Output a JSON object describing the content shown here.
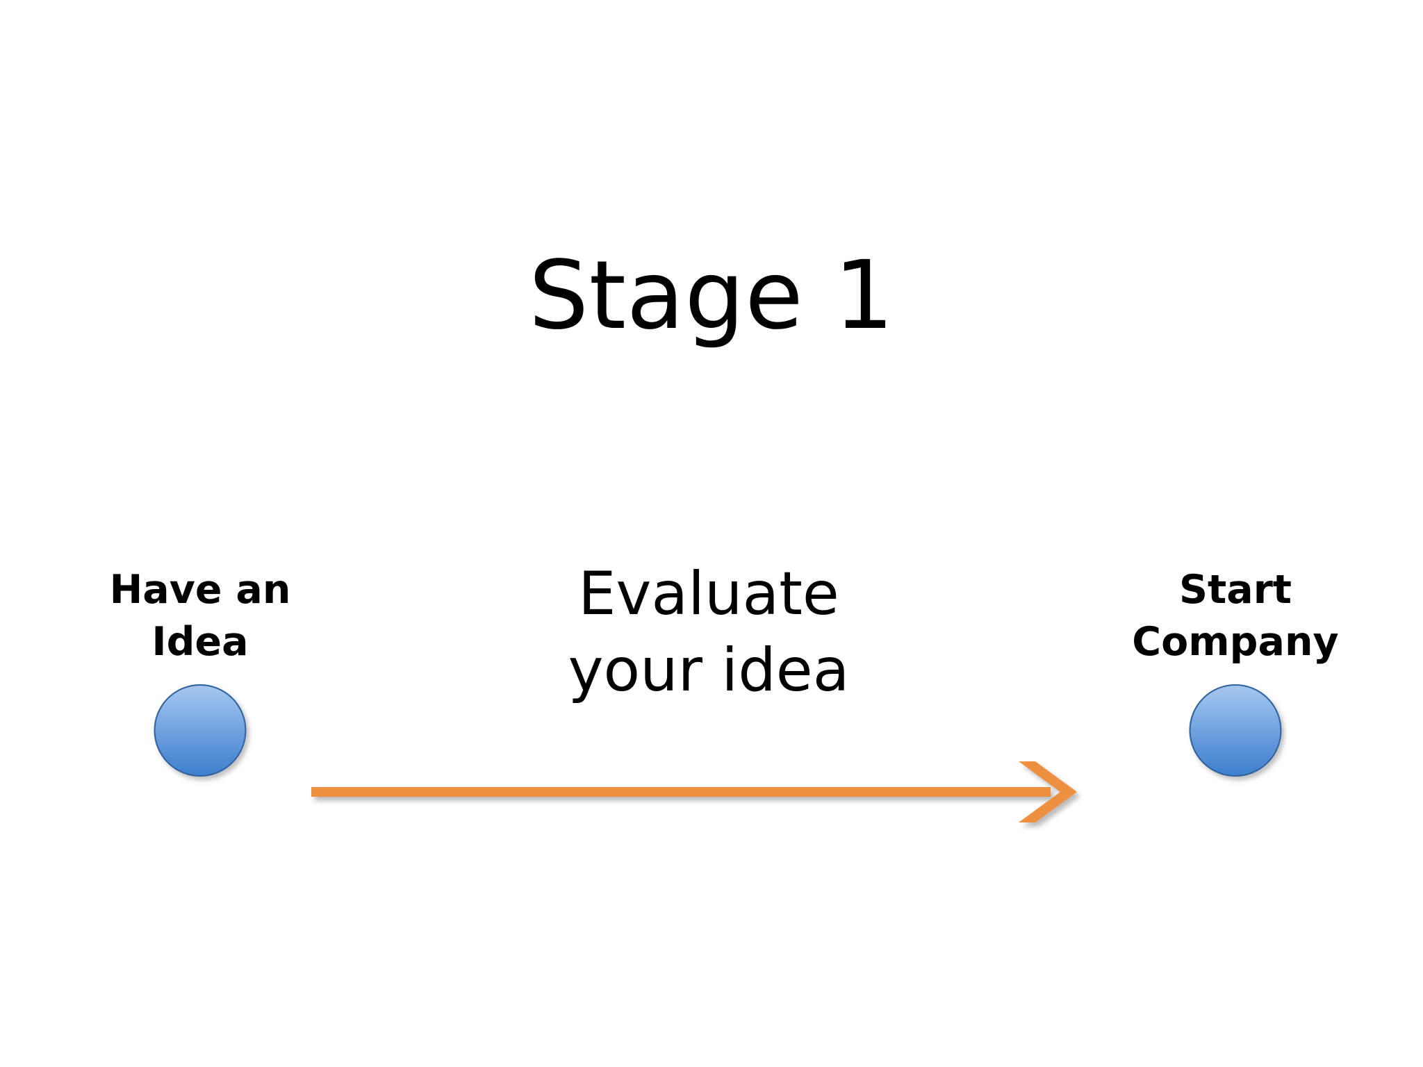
{
  "slide": {
    "title": "Stage 1",
    "background_color": "#FFFFFF"
  },
  "diagram": {
    "type": "process-flow",
    "orientation": "left-to-right",
    "nodes": [
      {
        "id": "have-an-idea",
        "label": "Have an\nIdea",
        "shape": "circle",
        "fill_top_color": "#A5C6EE",
        "fill_bottom_color": "#3E80CC",
        "border_color": "#2E5F9E"
      },
      {
        "id": "start-company",
        "label": "Start\nCompany",
        "shape": "circle",
        "fill_top_color": "#A5C6EE",
        "fill_bottom_color": "#3E80CC",
        "border_color": "#2E5F9E"
      }
    ],
    "connector": {
      "label": "Evaluate\nyour idea",
      "style": "arrow",
      "direction": "right",
      "color": "#ED9041",
      "shadow_color": "#BFBFBF"
    }
  }
}
